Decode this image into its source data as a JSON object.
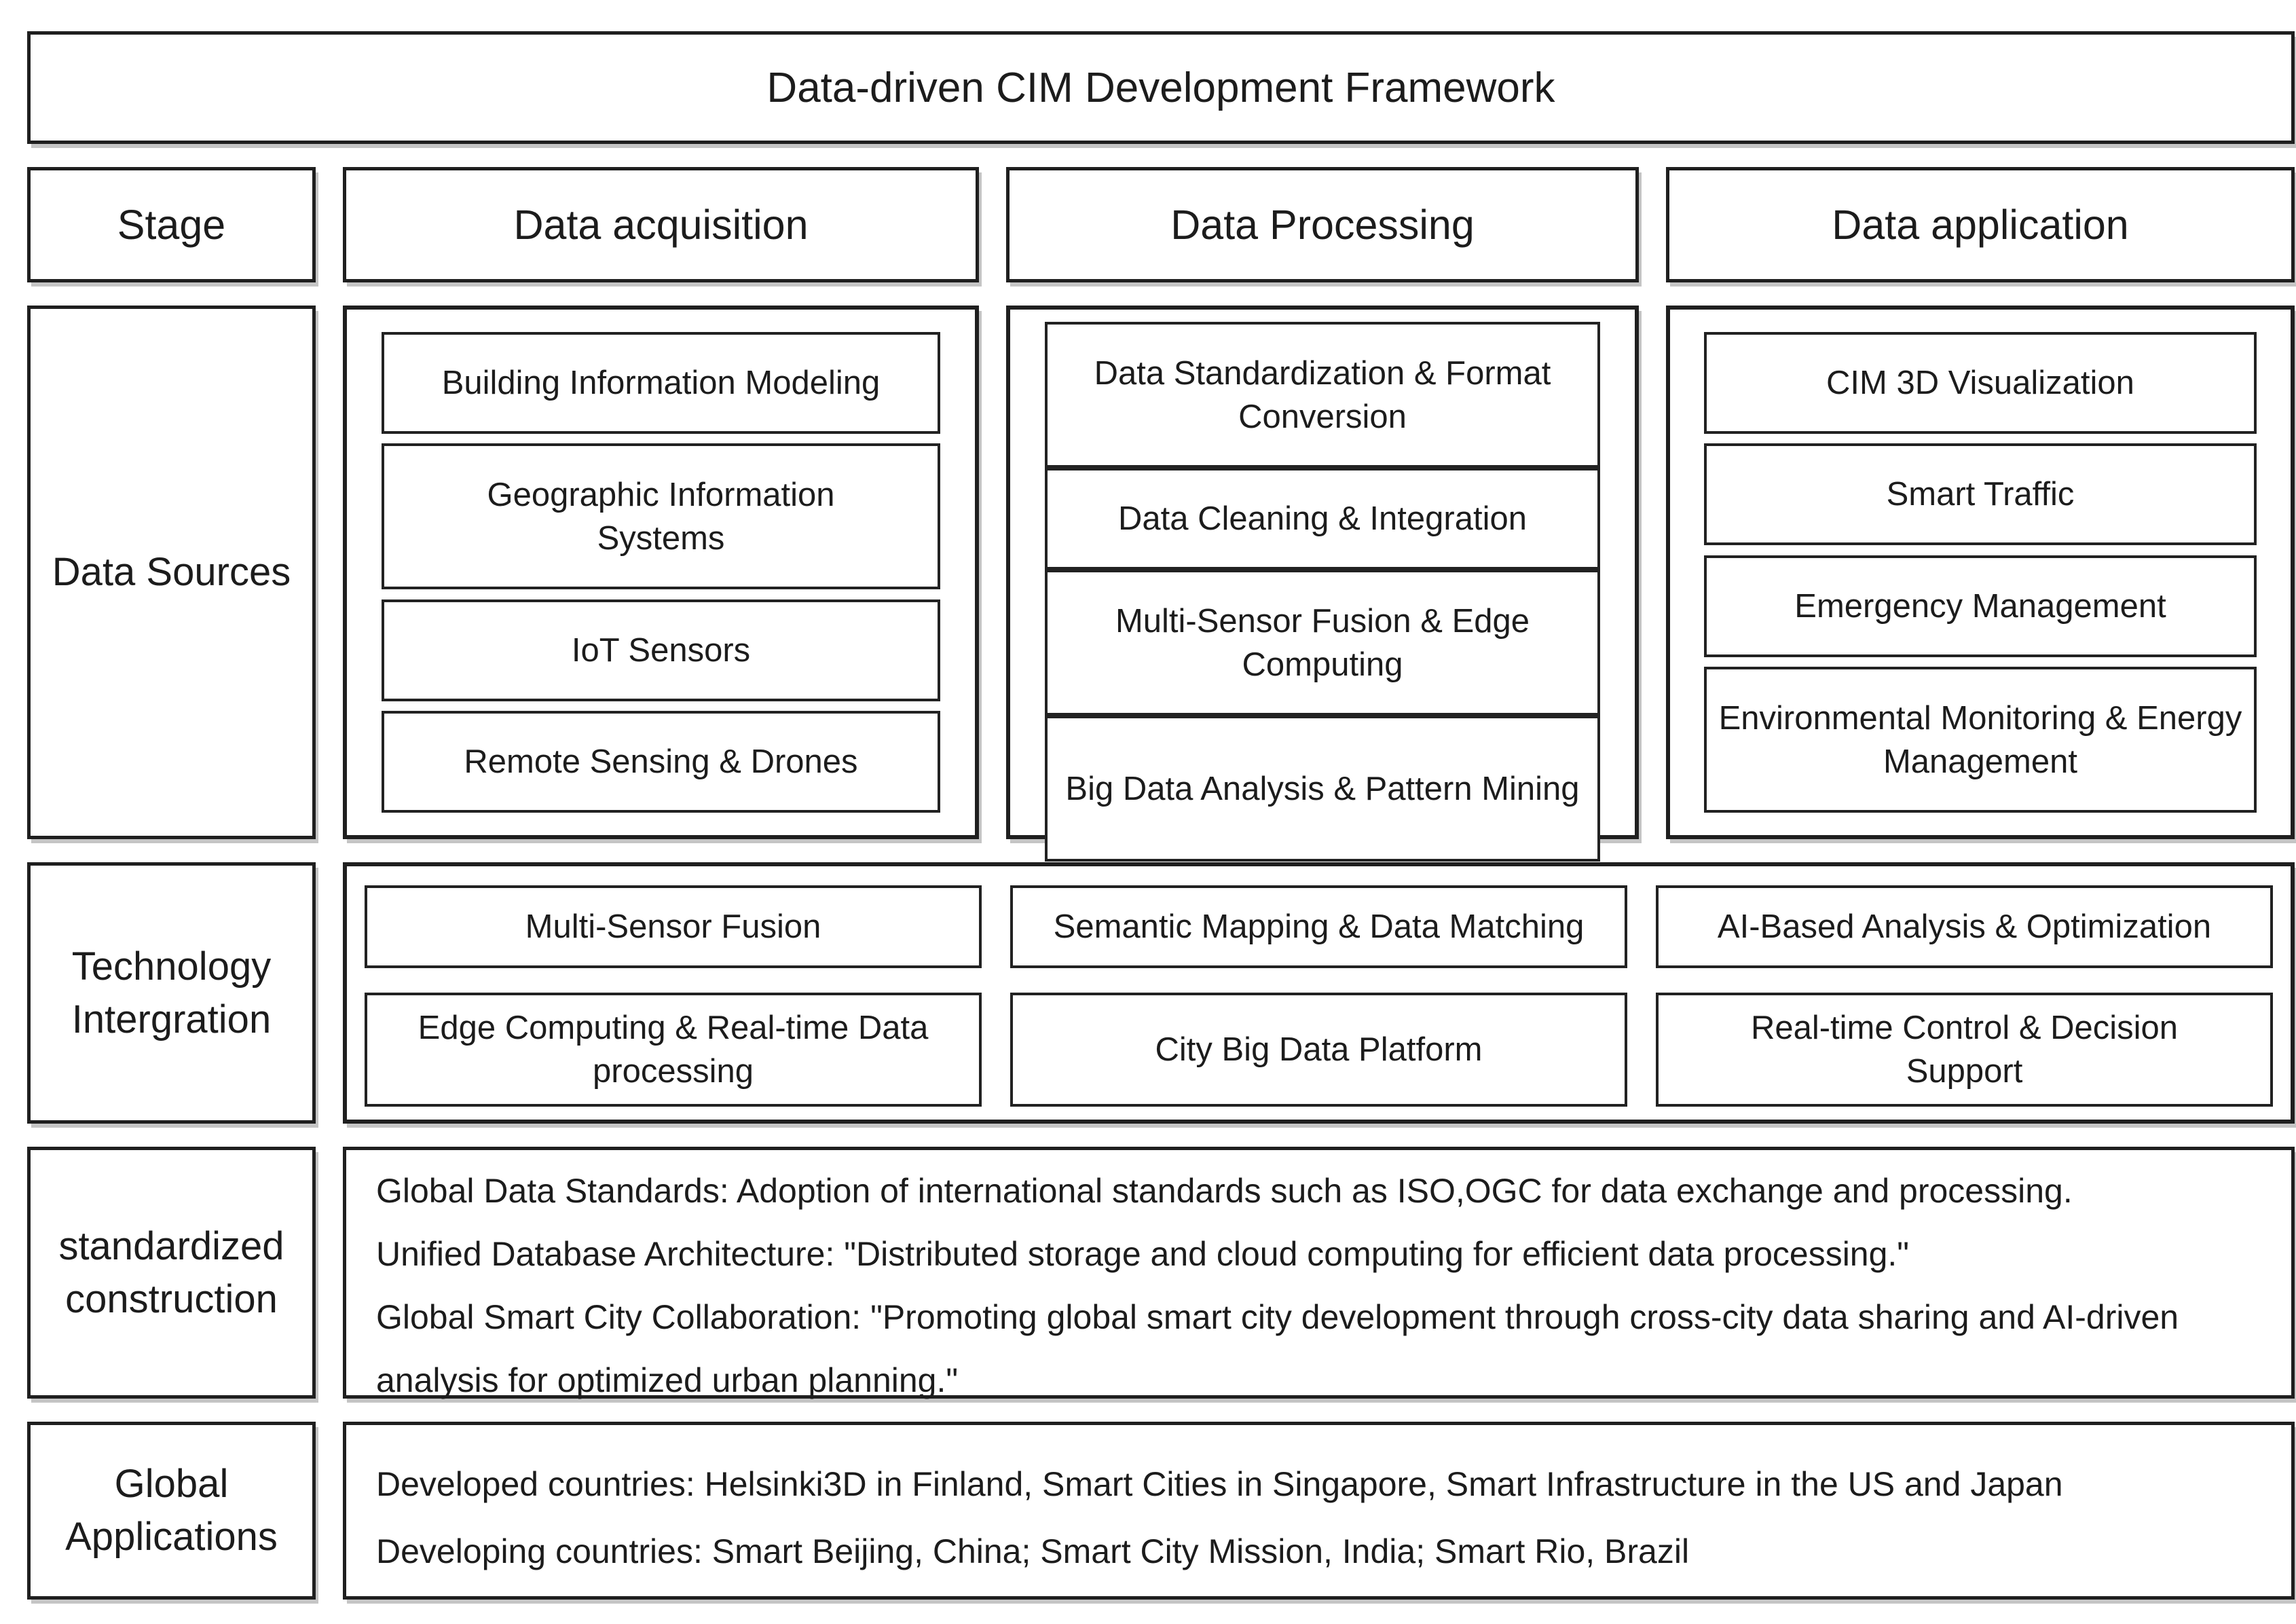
{
  "title": "Data-driven CIM Development Framework",
  "header": {
    "stage": "Stage",
    "acquisition": "Data acquisition",
    "processing": "Data Processing",
    "application": "Data application"
  },
  "sources": {
    "label": "Data Sources",
    "acquisition": [
      "Building Information Modeling",
      "Geographic Information Systems",
      "IoT Sensors",
      "Remote Sensing & Drones"
    ],
    "processing": [
      "Data Standardization & Format Conversion",
      "Data Cleaning & Integration",
      "Multi-Sensor Fusion & Edge Computing",
      "Big Data Analysis & Pattern Mining"
    ],
    "application": [
      "CIM 3D Visualization",
      "Smart Traffic",
      "Emergency Management",
      "Environmental Monitoring & Energy Management"
    ]
  },
  "technology": {
    "label": "Technology Intergration",
    "row1": [
      "Multi-Sensor Fusion",
      "Semantic Mapping & Data Matching",
      "AI-Based Analysis & Optimization"
    ],
    "row2": [
      "Edge Computing & Real-time Data processing",
      "City Big Data Platform",
      "Real-time Control & Decision Support"
    ]
  },
  "standardized": {
    "label": "standardized construction",
    "lines": [
      "Global Data Standards: Adoption of international standards such as ISO,OGC for data exchange and processing.",
      "Unified Database Architecture: \"Distributed storage and cloud computing for efficient data processing.\"",
      "Global Smart City Collaboration: \"Promoting global smart city development through cross-city data sharing and AI-driven analysis for optimized urban planning.\""
    ]
  },
  "global": {
    "label": "Global Applications",
    "lines": [
      "Developed countries: Helsinki3D in Finland, Smart Cities in Singapore, Smart Infrastructure in the US and Japan",
      "Developing countries: Smart Beijing, China; Smart City Mission, India; Smart Rio, Brazil"
    ]
  }
}
